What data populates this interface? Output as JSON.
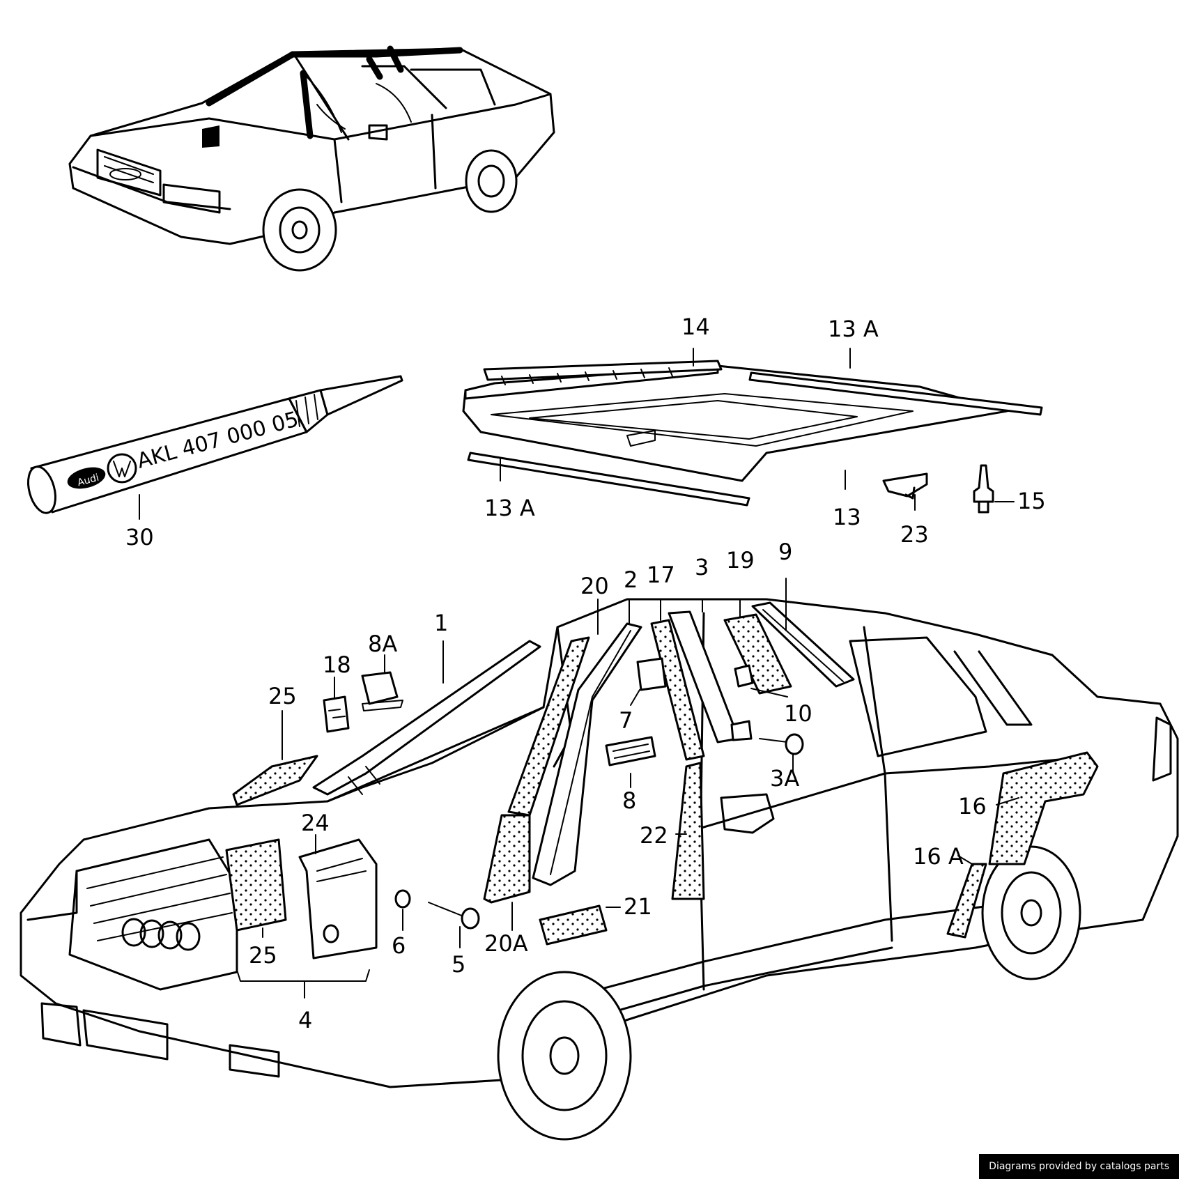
{
  "callouts": [
    {
      "id": "c14",
      "label": "14"
    },
    {
      "id": "c13a-top",
      "label": "13 A"
    },
    {
      "id": "c13a-left",
      "label": "13 A"
    },
    {
      "id": "c13",
      "label": "13"
    },
    {
      "id": "c23",
      "label": "23"
    },
    {
      "id": "c15",
      "label": "15"
    },
    {
      "id": "c30",
      "label": "30"
    },
    {
      "id": "c20",
      "label": "20"
    },
    {
      "id": "c2",
      "label": "2"
    },
    {
      "id": "c17",
      "label": "17"
    },
    {
      "id": "c3",
      "label": "3"
    },
    {
      "id": "c19",
      "label": "19"
    },
    {
      "id": "c9",
      "label": "9"
    },
    {
      "id": "c1",
      "label": "1"
    },
    {
      "id": "c8a",
      "label": "8A"
    },
    {
      "id": "c18",
      "label": "18"
    },
    {
      "id": "c25-top",
      "label": "25"
    },
    {
      "id": "c10",
      "label": "10"
    },
    {
      "id": "c7",
      "label": "7"
    },
    {
      "id": "c3a",
      "label": "3A"
    },
    {
      "id": "c8",
      "label": "8"
    },
    {
      "id": "c22",
      "label": "22"
    },
    {
      "id": "c16",
      "label": "16"
    },
    {
      "id": "c16a",
      "label": "16 A"
    },
    {
      "id": "c24",
      "label": "24"
    },
    {
      "id": "c21",
      "label": "21"
    },
    {
      "id": "c6",
      "label": "6"
    },
    {
      "id": "c5",
      "label": "5"
    },
    {
      "id": "c20a",
      "label": "20A"
    },
    {
      "id": "c25-bottom",
      "label": "25"
    },
    {
      "id": "c4",
      "label": "4"
    }
  ],
  "tube": {
    "part_number": "AKL 407 000 05",
    "brand_logo": "Audi",
    "brand_logo_2": "VW"
  },
  "credit": "Diagrams provided by catalogs parts"
}
